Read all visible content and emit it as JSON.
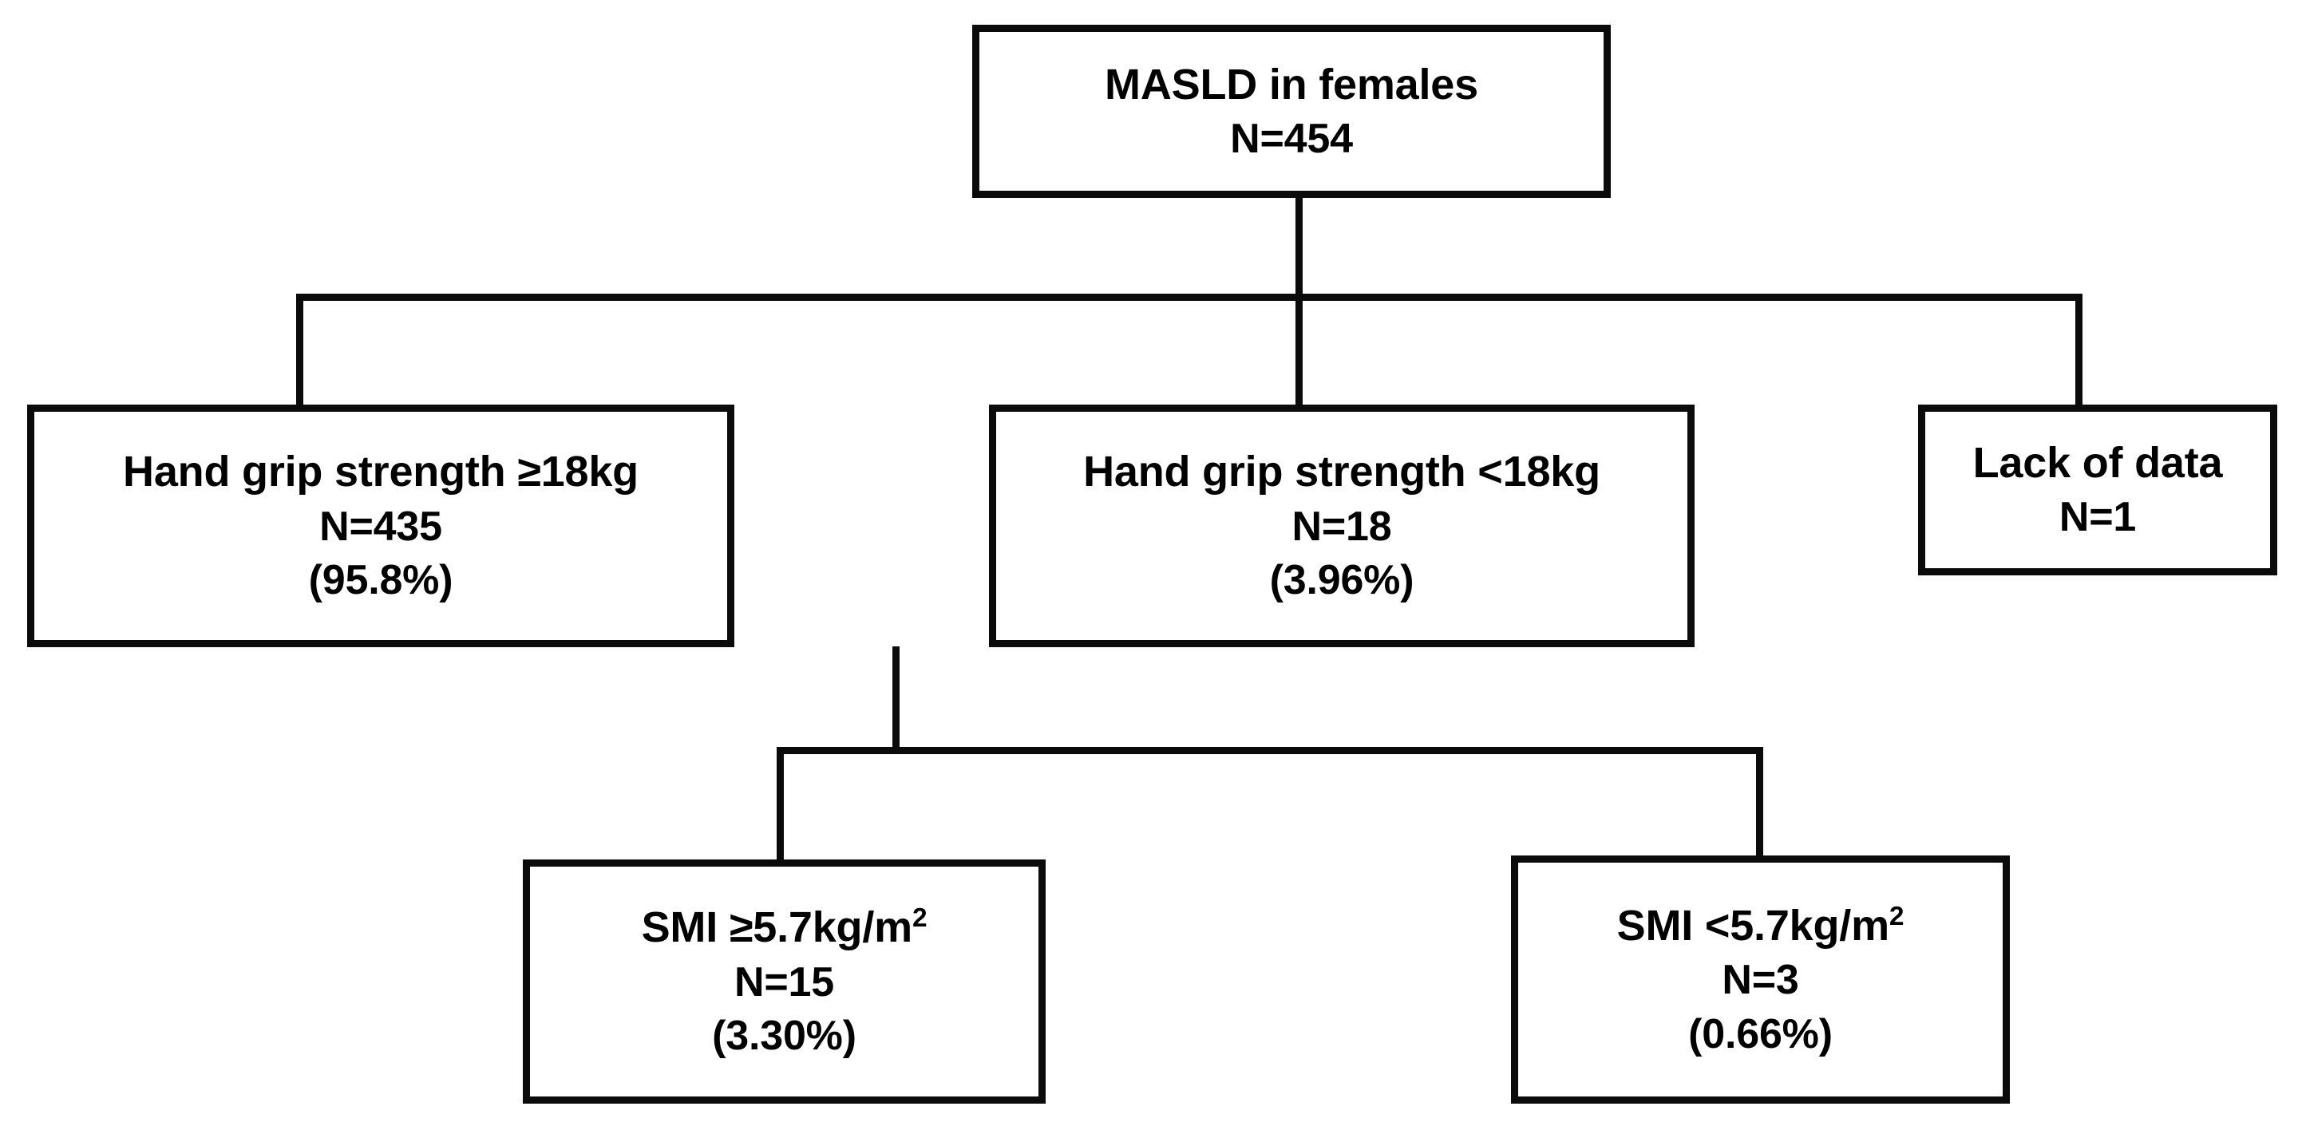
{
  "diagram": {
    "type": "flowchart",
    "title": "MASLD in females cohort flow",
    "orientation": "top-down",
    "colors": {
      "box_border": "#0b0b0b",
      "box_fill": "#ffffff",
      "connector": "#0b0b0b",
      "text": "#000000",
      "background": "#ffffff"
    },
    "nodes": [
      {
        "id": "root",
        "label": "MASLD in females",
        "count": "N=454",
        "percent": "",
        "unit_sup": ""
      },
      {
        "id": "hgs_ge18",
        "label": "Hand grip strength ≥18kg",
        "count": "N=435",
        "percent": "(95.8%)",
        "unit_sup": ""
      },
      {
        "id": "hgs_lt18",
        "label": "Hand grip strength <18kg",
        "count": "N=18",
        "percent": "(3.96%)",
        "unit_sup": ""
      },
      {
        "id": "lack_of_data",
        "label": "Lack of data",
        "count": "N=1",
        "percent": "",
        "unit_sup": ""
      },
      {
        "id": "smi_ge57",
        "label": "SMI ≥5.7kg/m",
        "count": "N=15",
        "percent": "(3.30%)",
        "unit_sup": "2"
      },
      {
        "id": "smi_lt57",
        "label": "SMI <5.7kg/m",
        "count": "N=3",
        "percent": "(0.66%)",
        "unit_sup": "2"
      }
    ],
    "edges": [
      {
        "from": "root",
        "to": "hgs_ge18"
      },
      {
        "from": "root",
        "to": "hgs_lt18"
      },
      {
        "from": "root",
        "to": "lack_of_data"
      },
      {
        "from": "hgs_lt18",
        "to": "smi_ge57"
      },
      {
        "from": "hgs_lt18",
        "to": "smi_lt57"
      }
    ]
  }
}
